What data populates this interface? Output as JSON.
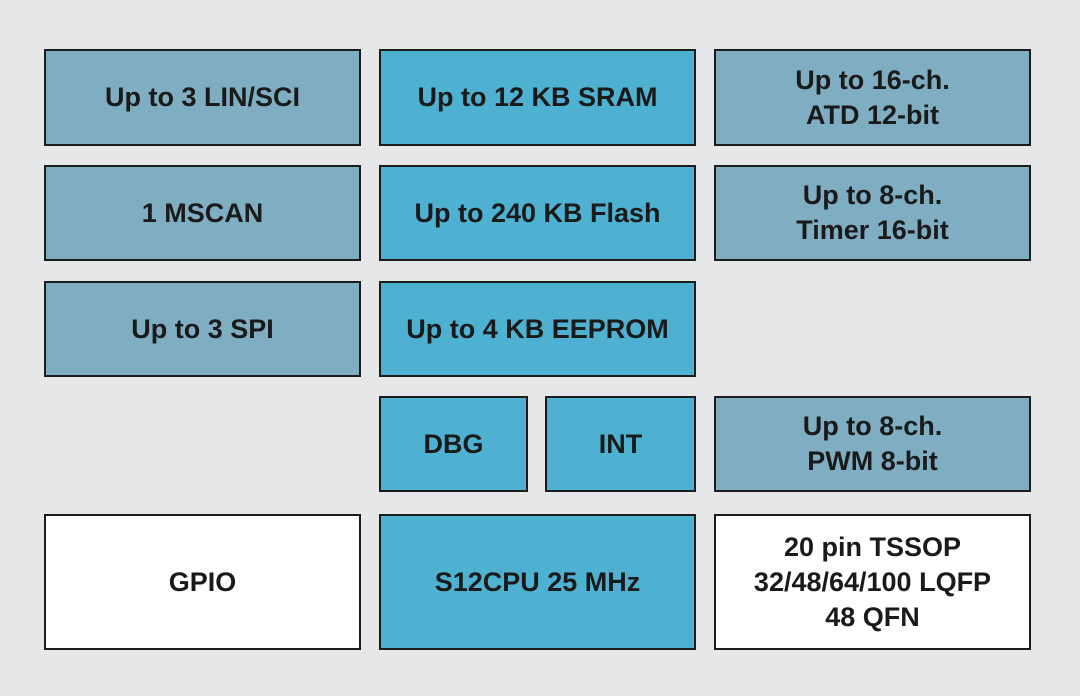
{
  "blocks": {
    "lin_sci": {
      "lines": [
        "Up to 3 LIN/SCI"
      ]
    },
    "sram": {
      "lines": [
        "Up to 12 KB SRAM"
      ]
    },
    "atd": {
      "lines": [
        "Up to 16-ch.",
        "ATD 12-bit"
      ]
    },
    "mscan": {
      "lines": [
        "1 MSCAN"
      ]
    },
    "flash": {
      "lines": [
        "Up to 240 KB Flash"
      ]
    },
    "timer": {
      "lines": [
        "Up to 8-ch.",
        "Timer 16-bit"
      ]
    },
    "spi": {
      "lines": [
        "Up to 3 SPI"
      ]
    },
    "eeprom": {
      "lines": [
        "Up to 4 KB EEPROM"
      ]
    },
    "dbg": {
      "lines": [
        "DBG"
      ]
    },
    "int": {
      "lines": [
        "INT"
      ]
    },
    "pwm": {
      "lines": [
        "Up to 8-ch.",
        "PWM 8-bit"
      ]
    },
    "gpio": {
      "lines": [
        "GPIO"
      ]
    },
    "cpu": {
      "lines": [
        "S12CPU 25 MHz"
      ]
    },
    "packages": {
      "lines": [
        "20 pin TSSOP",
        "32/48/64/100 LQFP",
        "48 QFN"
      ]
    }
  },
  "colors": {
    "background": "#e6e7e8",
    "peripheral_fill": "#7faec3",
    "core_fill": "#4fb1d2",
    "package_fill": "#ffffff",
    "border": "#1c1c1c",
    "text": "#1a1a1a"
  }
}
